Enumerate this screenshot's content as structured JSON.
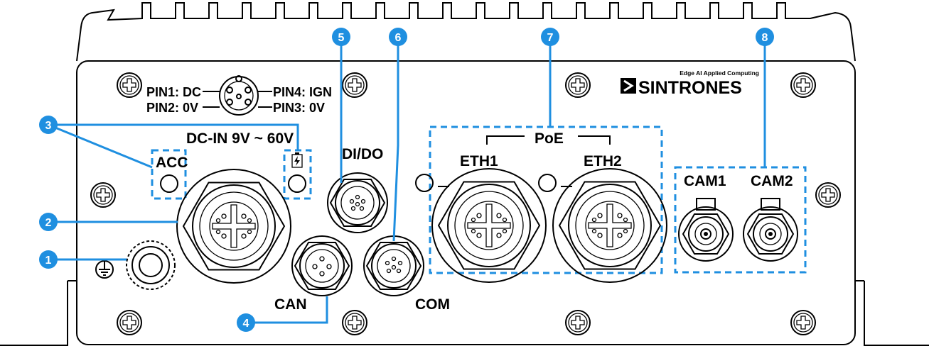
{
  "brand": {
    "name": "SINTRONES",
    "tagline": "Edge AI Applied Computing"
  },
  "power_pinout": {
    "pin1": "PIN1: DC",
    "pin2": "PIN2: 0V",
    "pin3": "PIN3: 0V",
    "pin4": "PIN4: IGN"
  },
  "labels": {
    "dc_in": "DC-IN 9V ~ 60V",
    "acc": "ACC",
    "dido": "DI/DO",
    "can": "CAN",
    "com": "COM",
    "poe": "PoE",
    "eth1": "ETH1",
    "eth2": "ETH2",
    "cam1": "CAM1",
    "cam2": "CAM2"
  },
  "callouts": [
    "1",
    "2",
    "3",
    "4",
    "5",
    "6",
    "7",
    "8"
  ],
  "icons": {
    "ground": "ground-icon",
    "battery": "battery-charge-icon"
  },
  "colors": {
    "callout": "#1f8fe0",
    "line": "#000000"
  }
}
